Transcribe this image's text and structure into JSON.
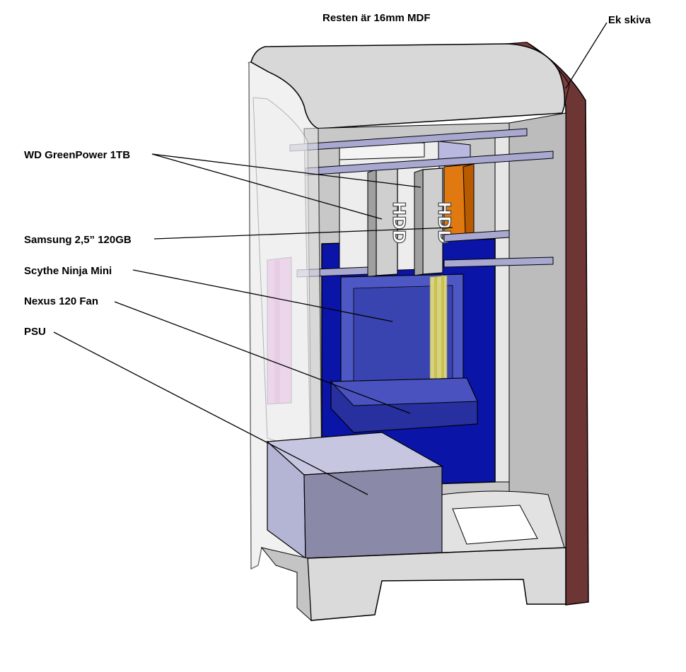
{
  "labels": {
    "top_note": "Resten är 16mm MDF",
    "oak_top": "Ek skiva",
    "hdd": "WD GreenPower 1TB",
    "ssd": "Samsung 2,5” 120GB",
    "cooler": "Scythe Ninja Mini",
    "fan": "Nexus 120 Fan",
    "psu": "PSU"
  },
  "drive_marking": "HDD",
  "colors": {
    "oak_panel": "#6e3535",
    "mdf_panel": "#d9d9d9",
    "motherboard": "#0a14a6",
    "psu": "#8a8aa8",
    "drive_bay": "#ededed",
    "optical_accent": "#e07a10",
    "memory": "#e870e0",
    "heatpipe": "#e8e27a",
    "rails": "#a8a8d0"
  }
}
